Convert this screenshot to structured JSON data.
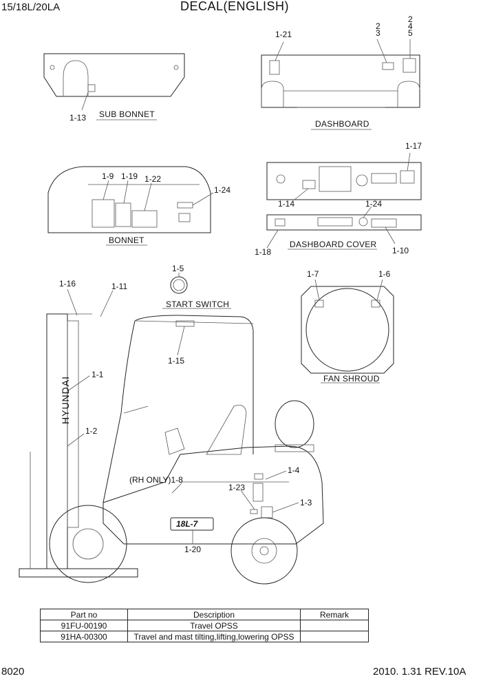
{
  "header": {
    "model": "15/18L/20LA",
    "title": "DECAL(ENGLISH)"
  },
  "footer": {
    "page": "8020",
    "rev": "2010. 1.31  REV.10A"
  },
  "sections": {
    "sub_bonnet": "SUB BONNET",
    "dashboard": "DASHBOARD",
    "bonnet": "BONNET",
    "dashboard_cover": "DASHBOARD COVER",
    "start_switch": "START SWITCH",
    "fan_shroud": "FAN SHROUD"
  },
  "callouts": {
    "c1_21": "1-21",
    "c2a": "2",
    "c3": "3",
    "c2b": "2",
    "c4": "4",
    "c5": "5",
    "c1_13": "1-13",
    "c1_9": "1-9",
    "c1_19": "1-19",
    "c1_22": "1-22",
    "c1_24a": "1-24",
    "c1_17": "1-17",
    "c1_14": "1-14",
    "c1_24b": "1-24",
    "c1_18": "1-18",
    "c1_10": "1-10",
    "c1_5": "1-5",
    "c1_16": "1-16",
    "c1_11": "1-11",
    "c1_7": "1-7",
    "c1_6": "1-6",
    "c1_15": "1-15",
    "c1_1": "1-1",
    "c1_2": "1-2",
    "c1_4": "1-4",
    "c1_8": "(RH ONLY)1-8",
    "c1_23": "1-23",
    "c1_3": "1-3",
    "c1_20": "1-20"
  },
  "decal_text": {
    "mast_brand": "HYUNDAI",
    "model_plate": "18L-7"
  },
  "parts_table": {
    "headers": [
      "Part no",
      "Description",
      "Remark"
    ],
    "rows": [
      [
        "91FU-00190",
        "Travel OPSS",
        ""
      ],
      [
        "91HA-00300",
        "Travel and mast tilting,lifting,lowering OPSS",
        ""
      ]
    ]
  }
}
